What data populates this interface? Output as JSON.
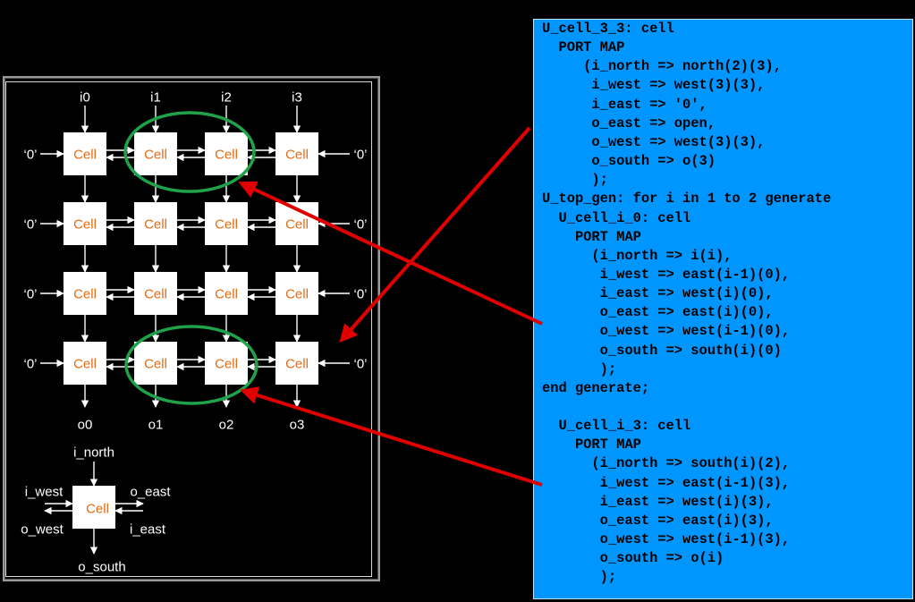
{
  "grid": {
    "cell_label": "Cell",
    "zero_label": "‘0’",
    "inputs": [
      "i0",
      "i1",
      "i2",
      "i3"
    ],
    "outputs": [
      "o0",
      "o1",
      "o2",
      "o3"
    ]
  },
  "legend": {
    "cell_label": "Cell",
    "north": "i_north",
    "west_in": "i_west",
    "east_out": "o_east",
    "west_out": "o_west",
    "east_in": "i_east",
    "south": "o_south"
  },
  "code_lines": [
    "U_cell_3_3: cell",
    "  PORT MAP",
    "     (i_north => north(2)(3),",
    "      i_west => west(3)(3),",
    "      i_east => '0',",
    "      o_east => open,",
    "      o_west => west(3)(3),",
    "      o_south => o(3)",
    "      );",
    "U_top_gen: for i in 1 to 2 generate",
    "  U_cell_i_0: cell",
    "    PORT MAP",
    "      (i_north => i(i),",
    "       i_west => east(i-1)(0),",
    "       i_east => west(i)(0),",
    "       o_east => east(i)(0),",
    "       o_west => west(i-1)(0),",
    "       o_south => south(i)(0)",
    "       );",
    "end generate;",
    "",
    "  U_cell_i_3: cell",
    "    PORT MAP",
    "      (i_north => south(i)(2),",
    "       i_west => east(i-1)(3),",
    "       i_east => west(i)(3),",
    "       o_east => east(i)(3),",
    "       o_west => west(i-1)(3),",
    "       o_south => o(i)",
    "       );"
  ],
  "colors": {
    "background": "#000000",
    "cell_fill": "#ffffff",
    "cell_text": "#e86a10",
    "highlight_ellipse": "#1fa24a",
    "pointer_arrow": "#e00000",
    "code_panel": "#0096ff"
  }
}
